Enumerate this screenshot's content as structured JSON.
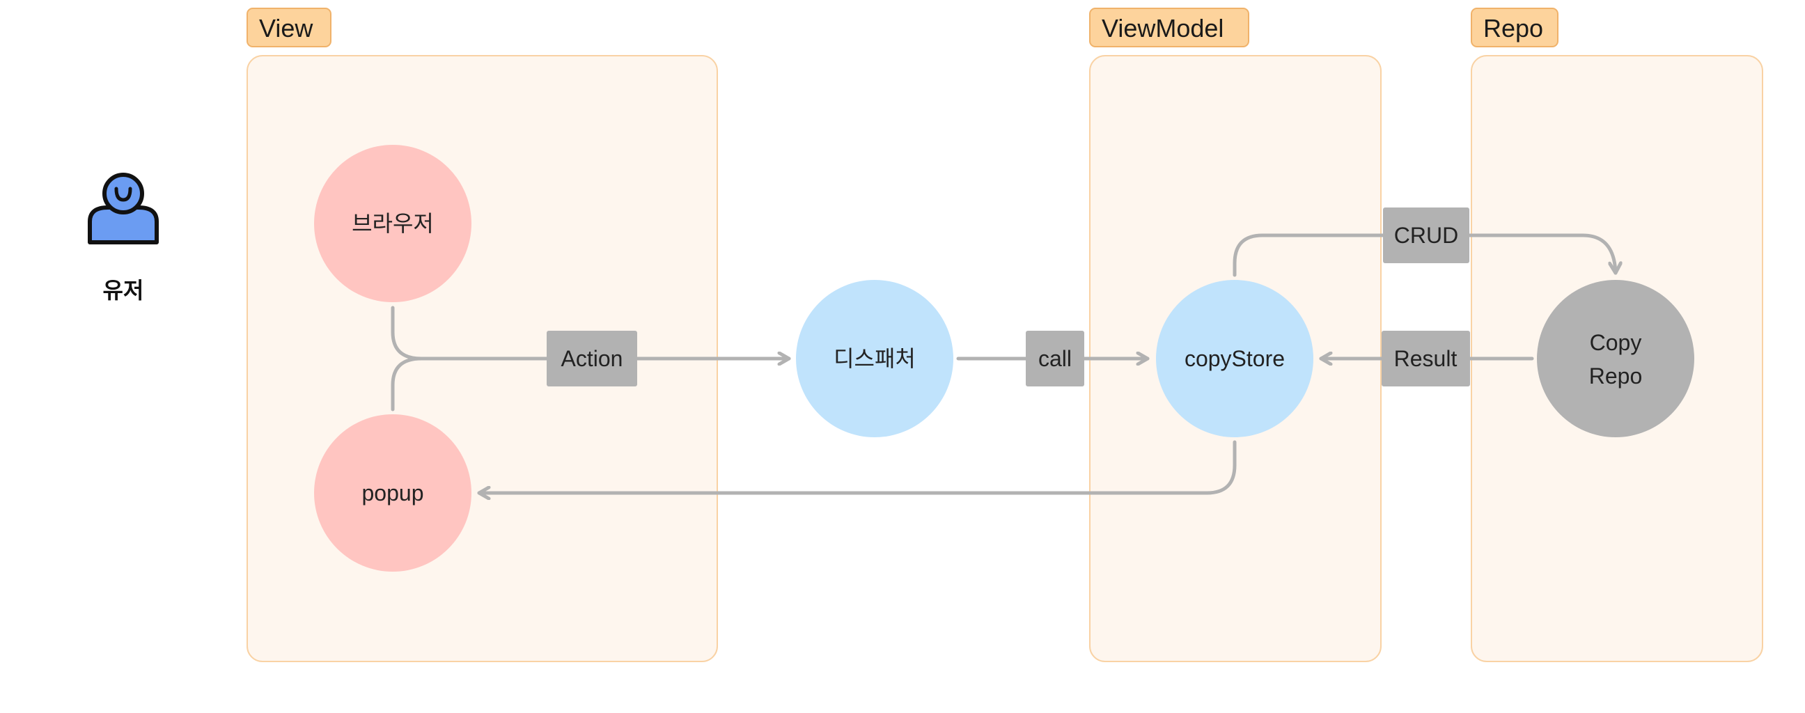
{
  "actor": {
    "label": "유저",
    "icon": "user-icon"
  },
  "groups": {
    "view": "View",
    "viewmodel": "ViewModel",
    "repo": "Repo"
  },
  "nodes": {
    "browser": "브라우저",
    "popup": "popup",
    "dispatcher": "디스패처",
    "copystore": "copyStore",
    "copyrepo_line1": "Copy",
    "copyrepo_line2": "Repo"
  },
  "edges": {
    "action": "Action",
    "call": "call",
    "crud": "CRUD",
    "result": "Result"
  },
  "colors": {
    "group_fill": "#fef6ee",
    "group_stroke": "#f9d2a4",
    "tag_fill": "#fdd39c",
    "tag_stroke": "#f0b26a",
    "view_node": "#ffc5c1",
    "viewmodel_node": "#c0e3fc",
    "repo_node": "#b2b2b2",
    "edge": "#b2b2b2",
    "label_box": "#b2b2b2",
    "user_icon": "#6b9cf2"
  }
}
